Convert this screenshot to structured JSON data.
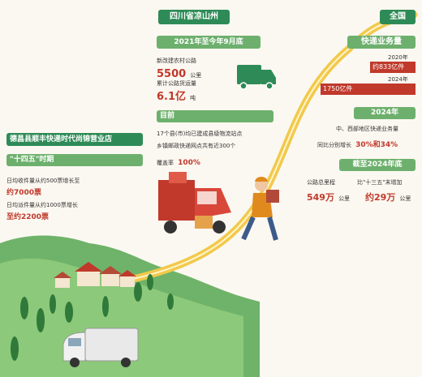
{
  "colors": {
    "green": "#2e8b57",
    "red": "#c0392b",
    "orange": "#e08a1e",
    "road": "#f2c94c",
    "background": "#fbf8f1"
  },
  "liangshan": {
    "tag": "四川省凉山州",
    "period": "2021年至今年9月底",
    "stat1_label": "新改建农村公路",
    "stat1_value": "5500",
    "stat1_unit": "公里",
    "stat2_label": "累计公路货运量",
    "stat2_value": "6.1亿",
    "stat2_unit": "吨",
    "current_title": "目前",
    "current_line1": "17个县(市)均已建成县级物流站点",
    "current_line2": "乡镇邮政快递网点共有近300个",
    "current_line3_prefix": "覆盖率",
    "current_line3_value": "100%"
  },
  "national": {
    "tag": "全国",
    "express_title": "快递业务量",
    "year_2020": "2020年",
    "value_2020": "约833亿件",
    "year_2024": "2024年",
    "value_2024": "1750亿件",
    "growth_title": "2024年",
    "growth_line1": "中、西部地区快递业务量",
    "growth_line2_prefix": "同比分别增长",
    "growth_line2_value": "30%和34%",
    "road_title": "截至2024年底",
    "road_label1": "公路总里程",
    "road_value1": "549万",
    "road_unit1": "公里",
    "road_label2": "比\"十三五\"末增加",
    "road_value2": "约29万",
    "road_unit2": "公里"
  },
  "store": {
    "name": "德昌县顺丰快递时代尚锦营业店",
    "period": "\"十四五\"时期",
    "line1": "日均收件量从约500票增长至",
    "line1_value": "约7000票",
    "line2": "日均派件量从约1000票增长",
    "line2_value": "至约2200票"
  },
  "chart_data": {
    "type": "bar",
    "title": "快递业务量",
    "categories": [
      "2020年",
      "2024年"
    ],
    "values": [
      833,
      1750
    ],
    "ylim": [
      0,
      1800
    ]
  },
  "icons": [
    "truck-icon",
    "tricycle-icon",
    "courier-icon",
    "van-icon",
    "hill-icon",
    "village-icon",
    "tree-icon",
    "road-icon"
  ]
}
